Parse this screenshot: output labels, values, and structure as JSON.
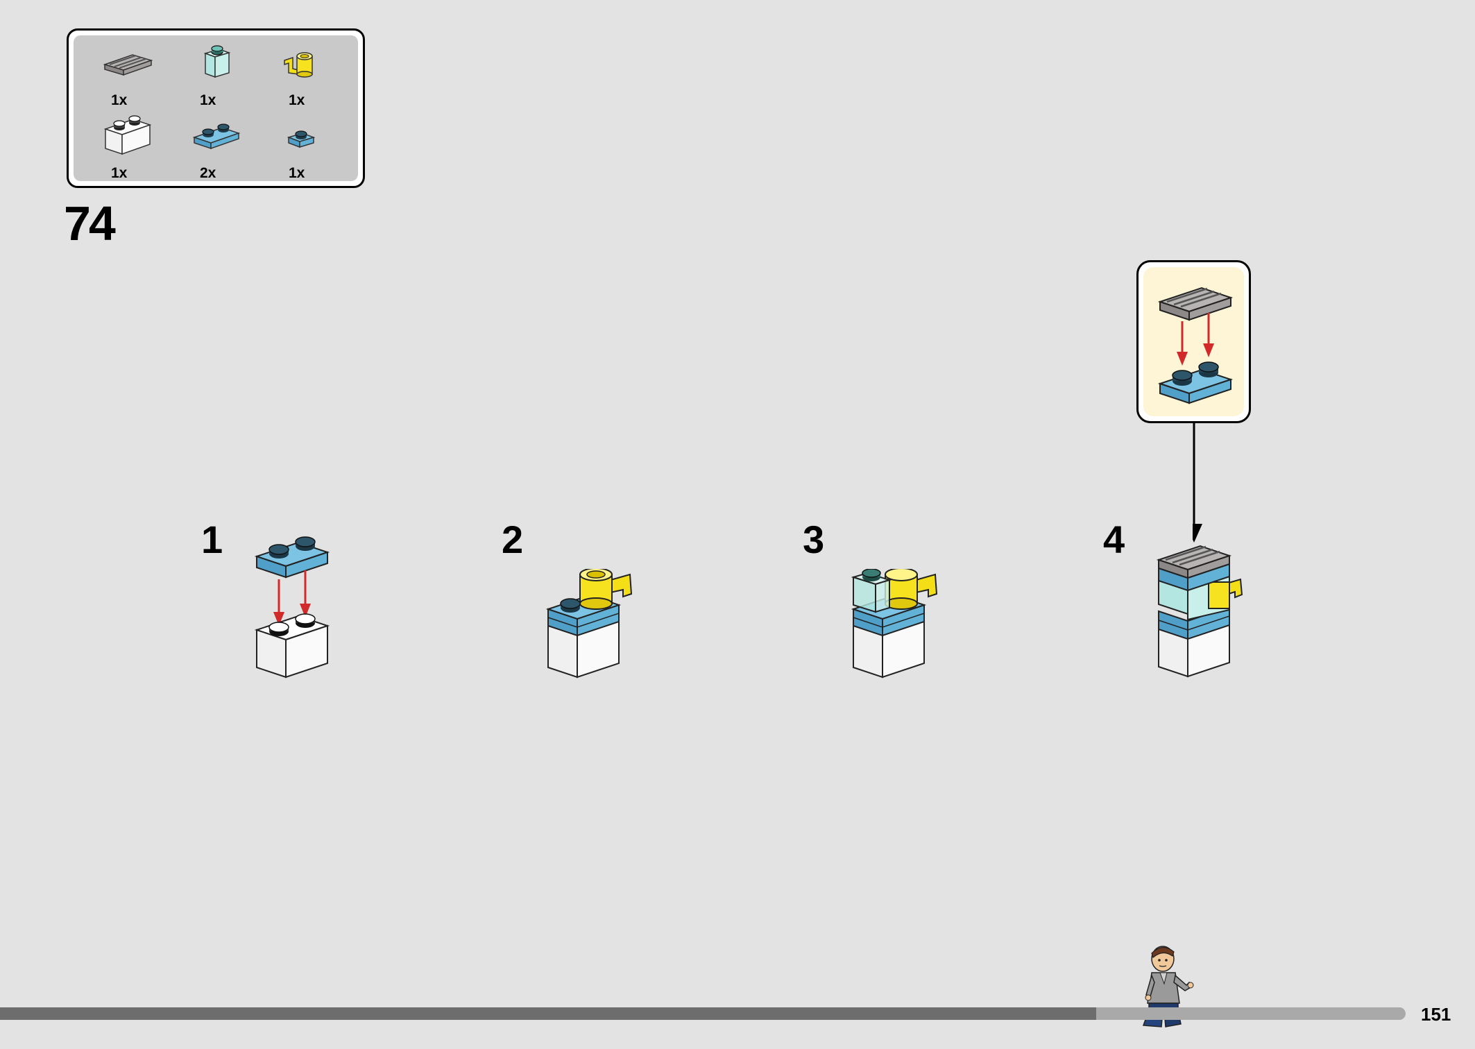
{
  "parts_list": {
    "items": [
      {
        "icon": "grille-tile-gray-icon",
        "qty": "1x"
      },
      {
        "icon": "trans-clear-brick-icon",
        "qty": "1x"
      },
      {
        "icon": "yellow-cup-icon",
        "qty": "1x"
      },
      {
        "icon": "white-brick-1x2-icon",
        "qty": "1x"
      },
      {
        "icon": "blue-plate-1x2-icon",
        "qty": "2x"
      },
      {
        "icon": "blue-plate-1x1-icon",
        "qty": "1x"
      }
    ]
  },
  "step": {
    "number": "74",
    "substeps": [
      "1",
      "2",
      "3",
      "4"
    ]
  },
  "progress": {
    "fraction": 0.78
  },
  "page": {
    "number": "151"
  },
  "colors": {
    "background": "#e3e3e3",
    "parts_panel": "#c9c9c9",
    "callout_panel": "#fdf5d6",
    "brick_blue": "#6cb6d8",
    "brick_yellow": "#f5e21a",
    "brick_gray": "#a0a0a0",
    "arrow_red": "#d22a2a"
  }
}
